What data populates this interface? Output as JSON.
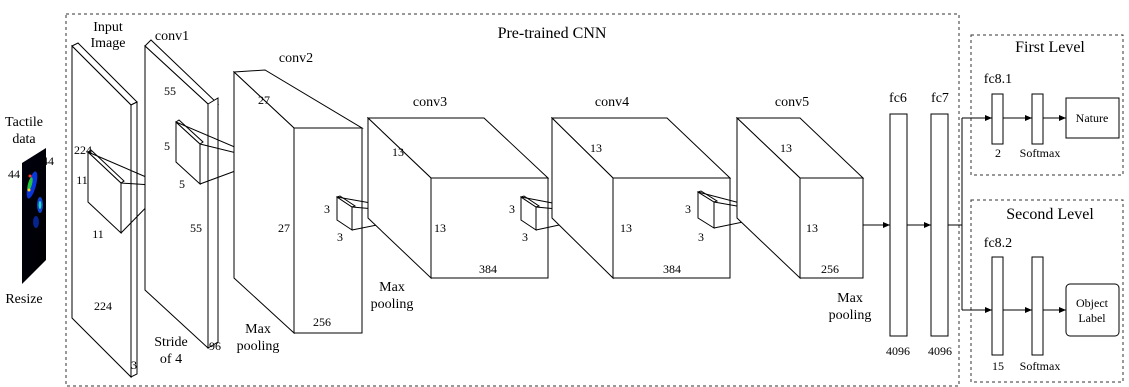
{
  "title": "Pre-trained CNN",
  "input": {
    "tactile_label": [
      "Tactile",
      "data"
    ],
    "size_top": "44",
    "size_left": "44",
    "resize_label": "Resize"
  },
  "layers": {
    "input": {
      "label": [
        "Input",
        "Image"
      ],
      "dim_w": "224",
      "dim_h": "224",
      "depth": "3",
      "k1": "11",
      "k2": "11"
    },
    "conv1": {
      "label": "conv1",
      "dim_w": "55",
      "dim_h": "55",
      "depth": "96",
      "k1": "5",
      "k2": "5",
      "note": [
        "Stride",
        "of 4"
      ]
    },
    "conv2": {
      "label": "conv2",
      "dim_w": "27",
      "dim_h": "27",
      "depth": "256",
      "k1": "3",
      "k2": "3",
      "note": [
        "Max",
        "pooling"
      ]
    },
    "conv3": {
      "label": "conv3",
      "dim_w": "13",
      "dim_h": "13",
      "depth": "384",
      "k1": "3",
      "k2": "3",
      "note": [
        "Max",
        "pooling"
      ]
    },
    "conv4": {
      "label": "conv4",
      "dim_w": "13",
      "dim_h": "13",
      "depth": "384",
      "k1": "3",
      "k2": "3"
    },
    "conv5": {
      "label": "conv5",
      "dim_w": "13",
      "dim_h": "13",
      "depth": "256",
      "note": [
        "Max",
        "pooling"
      ]
    },
    "fc6": {
      "label": "fc6",
      "size": "4096"
    },
    "fc7": {
      "label": "fc7",
      "size": "4096"
    }
  },
  "first_level": {
    "title": "First Level",
    "fc_label": "fc8.1",
    "fc_size": "2",
    "softmax": "Softmax",
    "output": "Nature"
  },
  "second_level": {
    "title": "Second Level",
    "fc_label": "fc8.2",
    "fc_size": "15",
    "softmax": "Softmax",
    "output": [
      "Object",
      "Label"
    ]
  }
}
